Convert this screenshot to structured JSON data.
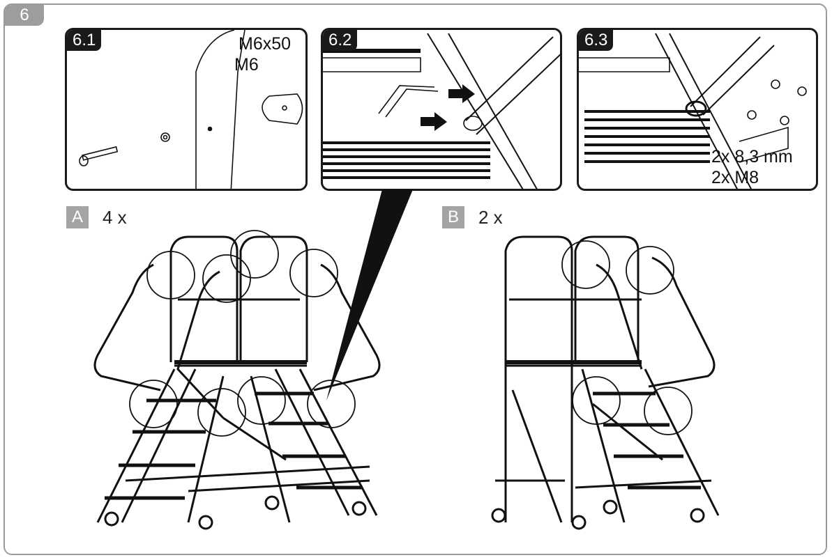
{
  "step": {
    "number": "6"
  },
  "panels": [
    {
      "label": "6.1",
      "texts": [
        "M6x50",
        "M6"
      ]
    },
    {
      "label": "6.2",
      "texts": []
    },
    {
      "label": "6.3",
      "texts": [
        "2x 8,3 mm",
        "2x M8"
      ]
    }
  ],
  "variants": [
    {
      "letter": "A",
      "quantity": "4 x"
    },
    {
      "letter": "B",
      "quantity": "2 x"
    }
  ],
  "colors": {
    "frame": "#9a9a9a",
    "tab": "#9d9d9d",
    "badge": "#a4a4a4",
    "line": "#1a1a1a"
  }
}
